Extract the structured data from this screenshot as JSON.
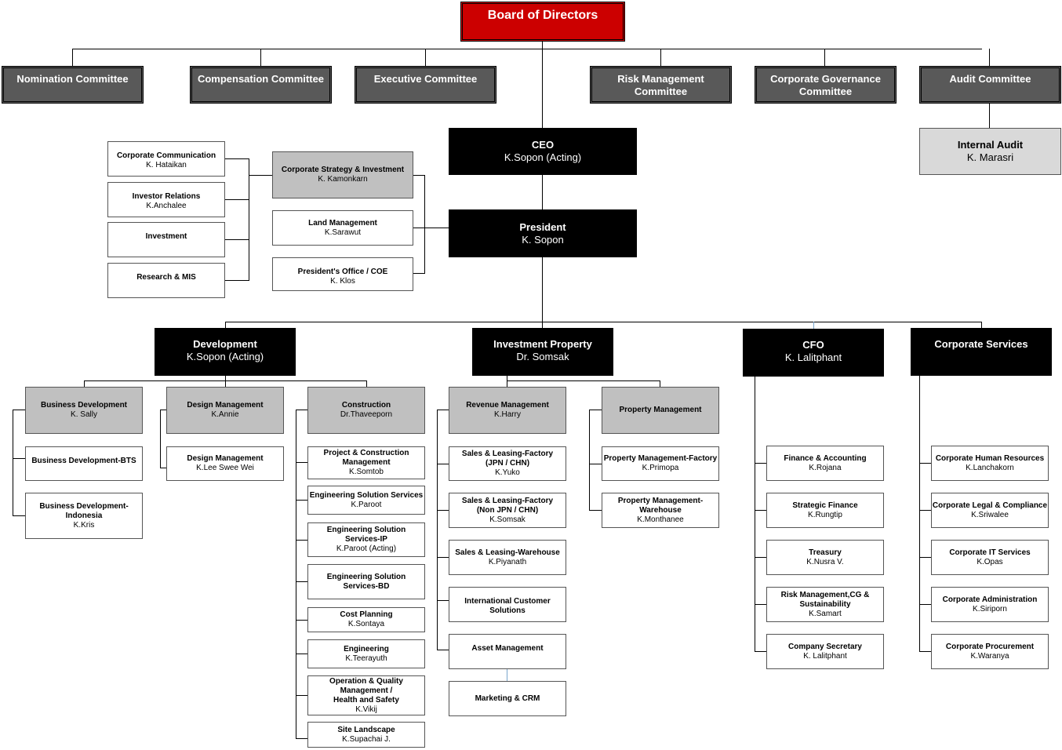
{
  "chart_type": "org-chart",
  "board": {
    "name": "Board of Directors"
  },
  "committees": [
    {
      "key": "nomination",
      "name": "Nomination Committee"
    },
    {
      "key": "compensation",
      "name": "Compensation Committee"
    },
    {
      "key": "executive",
      "name": "Executive Committee"
    },
    {
      "key": "risk",
      "name": "Risk Management\nCommittee"
    },
    {
      "key": "governance",
      "name": "Corporate Governance\nCommittee"
    },
    {
      "key": "audit",
      "name": "Audit Committee"
    }
  ],
  "internal_audit": {
    "title": "Internal Audit",
    "person": "K. Marasri"
  },
  "ceo": {
    "title": "CEO",
    "person": "K.Sopon (Acting)"
  },
  "president": {
    "title": "President",
    "person": "K. Sopon"
  },
  "strategy": {
    "title": "Corporate Strategy & Investment",
    "person": "K. Kamonkarn"
  },
  "strategy_units": [
    {
      "title": "Corporate Communication",
      "person": "K. Hataikan"
    },
    {
      "title": "Investor Relations",
      "person": "K.Anchalee"
    },
    {
      "title": "Investment",
      "person": ""
    },
    {
      "title": "Research & MIS",
      "person": ""
    }
  ],
  "president_units": [
    {
      "title": "Land Management",
      "person": "K.Sarawut"
    },
    {
      "title": "President's Office / COE",
      "person": "K. Klos"
    }
  ],
  "divisions": {
    "development": {
      "title": "Development",
      "person": "K.Sopon (Acting)"
    },
    "investment_property": {
      "title": "Investment Property",
      "person": "Dr. Somsak"
    },
    "cfo": {
      "title": "CFO",
      "person": "K. Lalitphant"
    },
    "corporate_services": {
      "title": "Corporate Services",
      "person": ""
    }
  },
  "business_development": {
    "head": {
      "title": "Business Development",
      "person": "K. Sally"
    },
    "units": [
      {
        "title": "Business Development-BTS",
        "person": ""
      },
      {
        "title": "Business Development-\nIndonesia",
        "person": "K.Kris"
      }
    ]
  },
  "design_management": {
    "head": {
      "title": "Design Management",
      "person": "K.Annie"
    },
    "units": [
      {
        "title": "Design Management",
        "person": "K.Lee Swee Wei"
      }
    ]
  },
  "construction": {
    "head": {
      "title": "Construction",
      "person": "Dr.Thaveeporn"
    },
    "units": [
      {
        "title": "Project & Construction\nManagement",
        "person": "K.Somtob"
      },
      {
        "title": "Engineering Solution Services",
        "person": "K.Paroot"
      },
      {
        "title": "Engineering Solution\nServices-IP",
        "person": "K.Paroot (Acting)"
      },
      {
        "title": "Engineering Solution\nServices-BD",
        "person": ""
      },
      {
        "title": "Cost Planning",
        "person": "K.Sontaya"
      },
      {
        "title": "Engineering",
        "person": "K.Teerayuth"
      },
      {
        "title": "Operation & Quality\nManagement /\nHealth and Safety",
        "person": "K.Vikij"
      },
      {
        "title": "Site Landscape",
        "person": "K.Supachai J."
      }
    ]
  },
  "revenue_management": {
    "head": {
      "title": "Revenue Management",
      "person": "K.Harry"
    },
    "units": [
      {
        "title": "Sales & Leasing-Factory\n(JPN / CHN)",
        "person": "K.Yuko"
      },
      {
        "title": "Sales & Leasing-Factory\n(Non JPN / CHN)",
        "person": "K.Somsak"
      },
      {
        "title": "Sales & Leasing-Warehouse",
        "person": "K.Piyanath"
      },
      {
        "title": "International Customer\nSolutions",
        "person": ""
      },
      {
        "title": "Asset Management",
        "person": ""
      },
      {
        "title": "Marketing & CRM",
        "person": ""
      }
    ]
  },
  "property_management": {
    "head": {
      "title": "Property Management",
      "person": ""
    },
    "units": [
      {
        "title": "Property Management-Factory",
        "person": "K.Primopa"
      },
      {
        "title": "Property Management-\nWarehouse",
        "person": "K.Monthanee"
      }
    ]
  },
  "cfo_units": [
    {
      "title": "Finance & Accounting",
      "person": "K.Rojana"
    },
    {
      "title": "Strategic Finance",
      "person": "K.Rungtip"
    },
    {
      "title": "Treasury",
      "person": "K.Nusra V."
    },
    {
      "title": "Risk Management,CG &\nSustainability",
      "person": "K.Samart"
    },
    {
      "title": "Company Secretary",
      "person": "K. Lalitphant"
    }
  ],
  "corporate_services_units": [
    {
      "title": "Corporate Human Resources",
      "person": "K.Lanchakorn"
    },
    {
      "title": "Corporate Legal & Compliance",
      "person": "K.Sriwalee"
    },
    {
      "title": "Corporate IT Services",
      "person": "K.Opas"
    },
    {
      "title": "Corporate Administration",
      "person": "K.Siriporn"
    },
    {
      "title": "Corporate Procurement",
      "person": "K.Waranya"
    }
  ],
  "colors": {
    "board": "#cc0000",
    "committee": "#595959",
    "executive": "#000000",
    "department": "#c0c0c0",
    "unit": "#ffffff",
    "audit": "#d9d9d9",
    "accent_line": "#7aa6cc"
  }
}
